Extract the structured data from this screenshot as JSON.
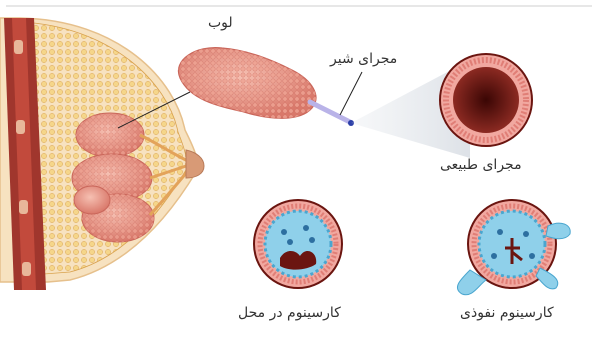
{
  "labels": {
    "lobe": "لوب",
    "milk_duct": "مجرای شیر",
    "normal_duct": "مجرای طبیعی",
    "in_situ": "کارسینوم در محل",
    "invasive": "کارسینوم نفوذی"
  },
  "colors": {
    "muscle": "#a0362d",
    "muscle_band": "#e8b79a",
    "fat": "#f0c878",
    "lobule": "#e89a8c",
    "duct_wall": "#e88f88",
    "lumen": "#6b1510",
    "cancer_cells": "#7ec8e8",
    "outline": "#7a1a14"
  }
}
